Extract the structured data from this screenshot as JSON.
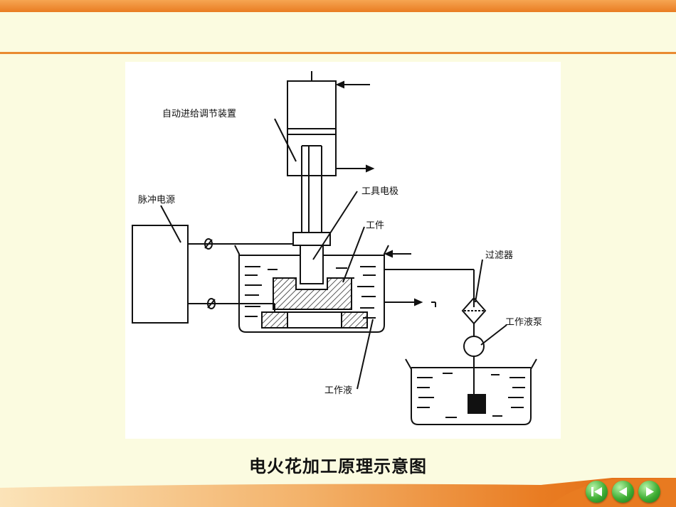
{
  "diagram": {
    "labels": {
      "feed_control": "自动进给调节装置",
      "pulse_power": "脉冲电源",
      "tool_electrode": "工具电极",
      "workpiece": "工件",
      "filter": "过滤器",
      "pump": "工作液泵",
      "fluid": "工作液"
    }
  },
  "caption": "电火花加工原理示意图",
  "nav": {
    "buttons": [
      "first-slide",
      "previous-slide",
      "next-slide"
    ]
  },
  "colors": {
    "accent": "#e97c22",
    "background": "#fbfbe0",
    "nav_green": "#3fae34"
  }
}
